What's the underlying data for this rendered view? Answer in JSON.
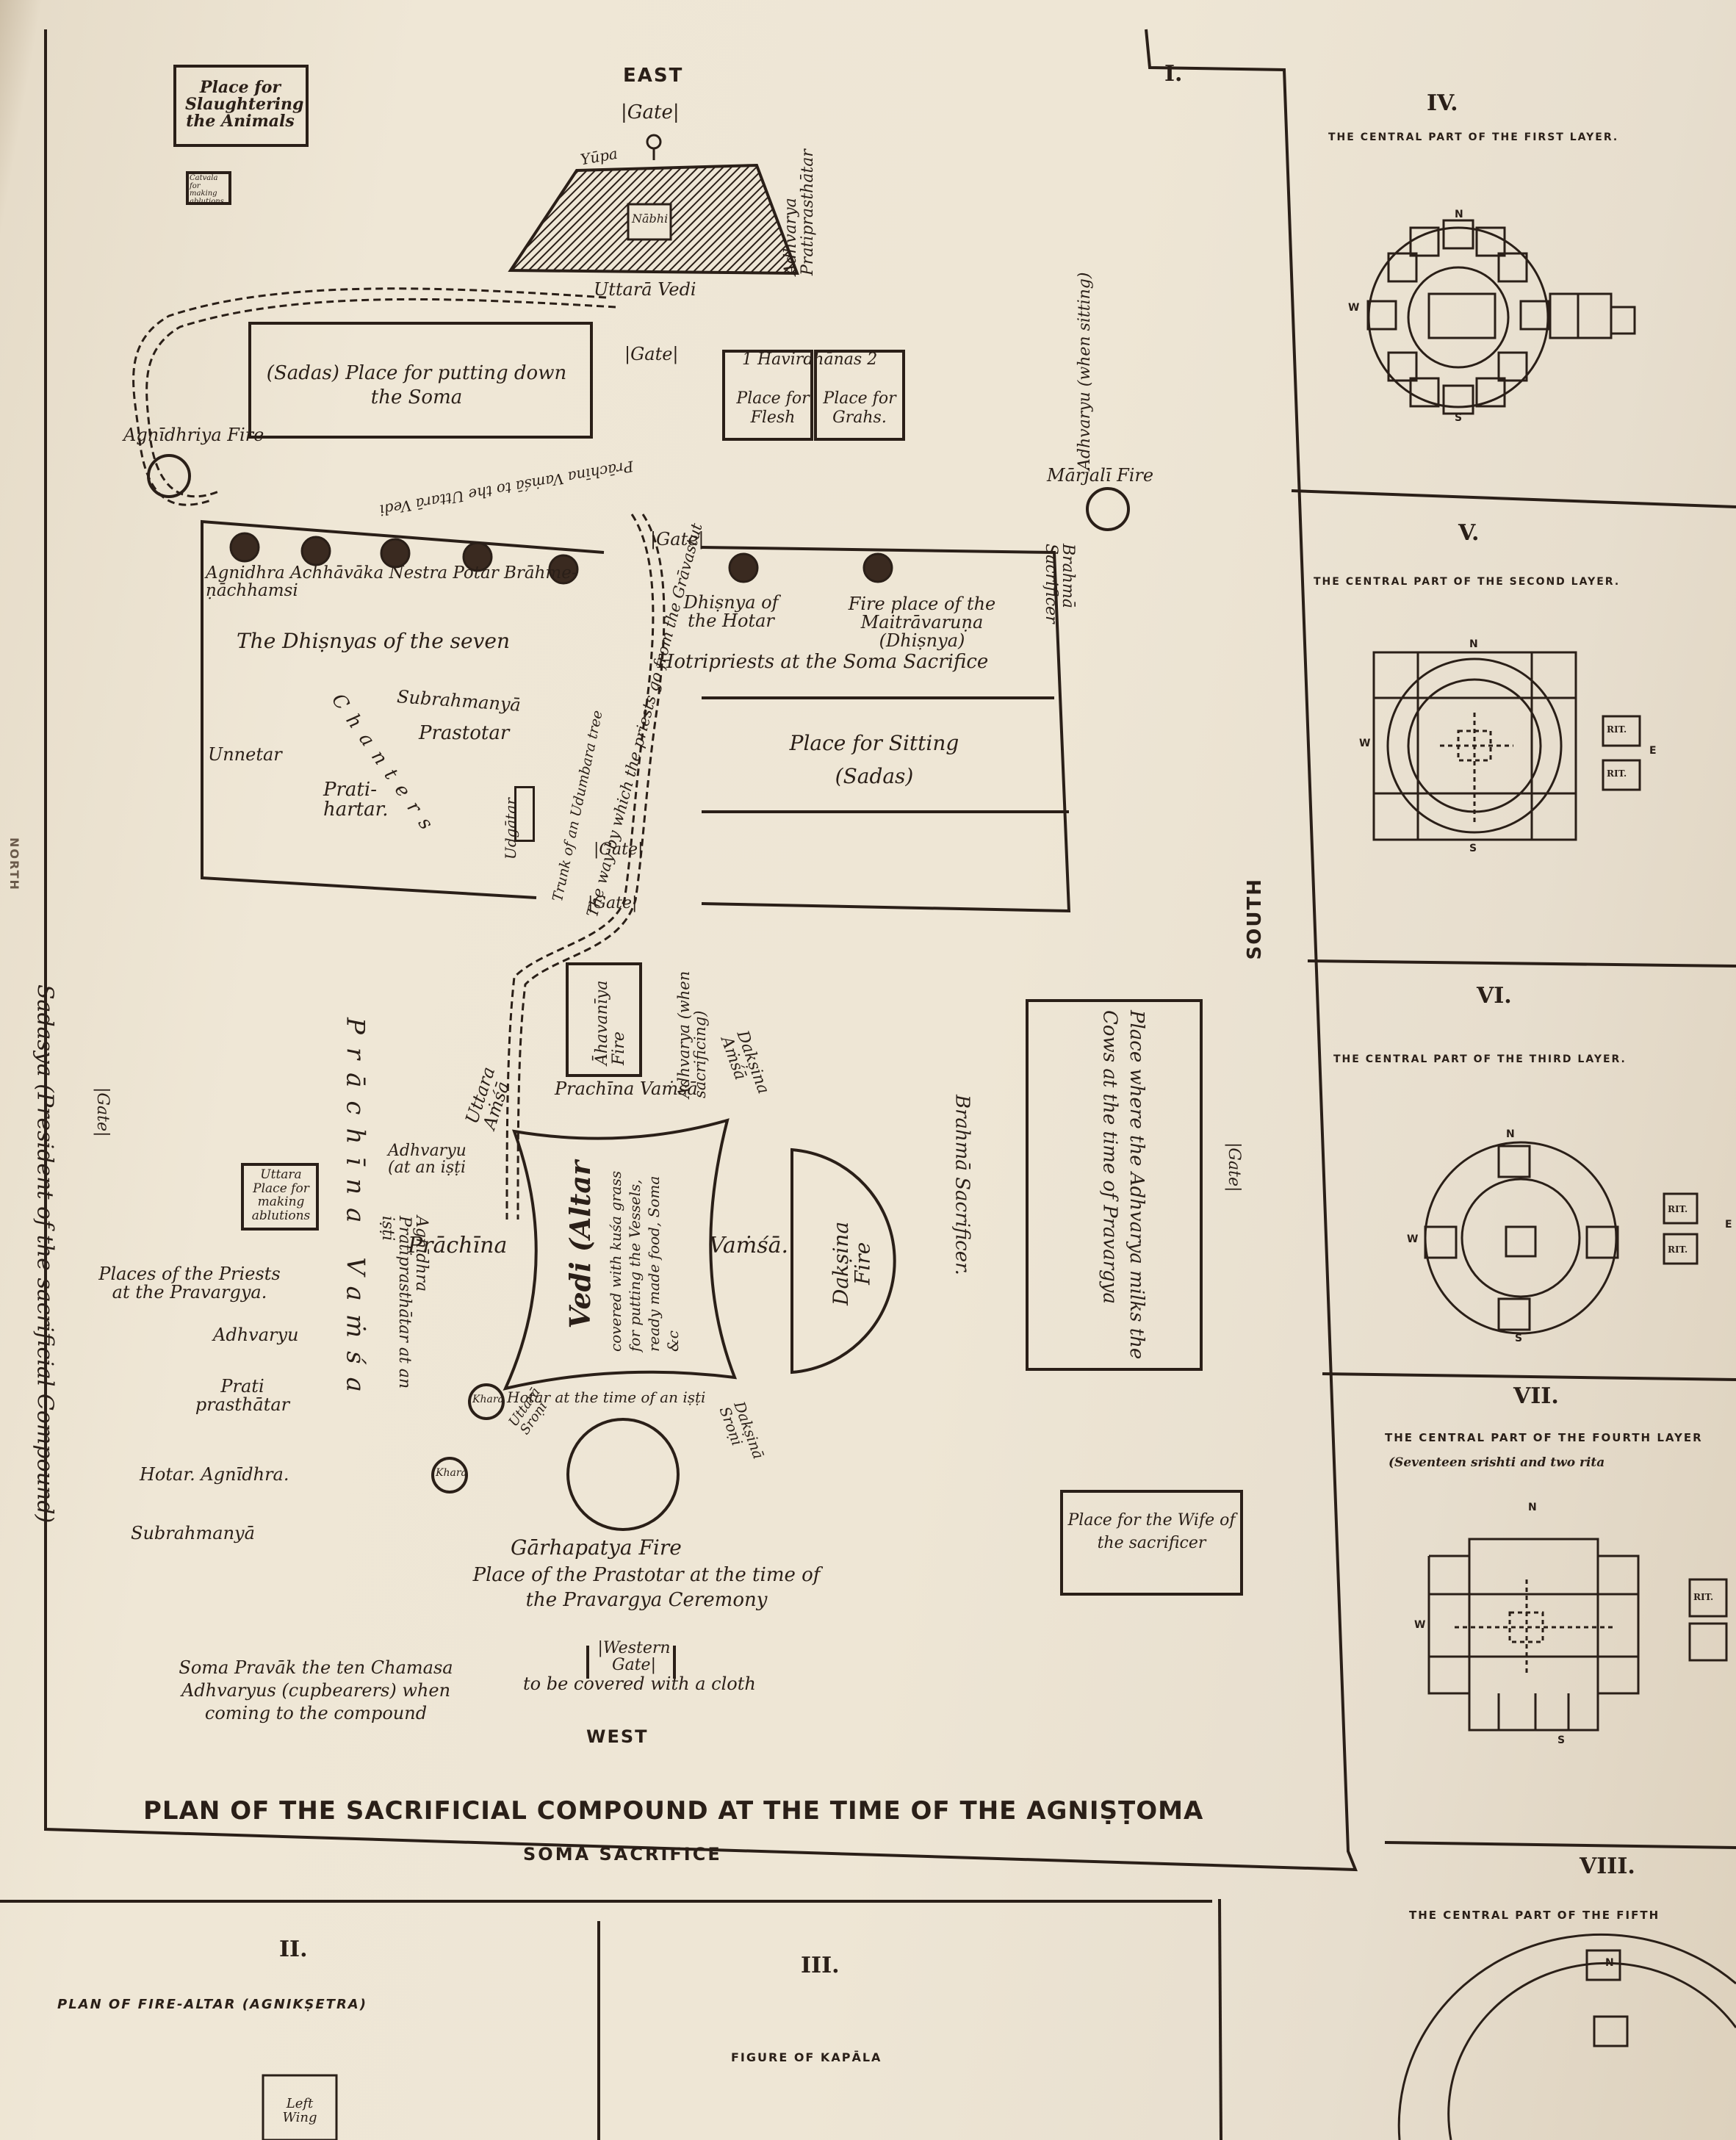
{
  "main_plan": {
    "panel_number": "I.",
    "directions": {
      "east": "EAST",
      "west": "WEST",
      "south": "SOUTH",
      "north": "NORTH"
    },
    "gates": {
      "east_gate": "|Gate|",
      "mid_gate": "|Gate|",
      "upper_gate": "|Gate|",
      "lower_gate1": "|Gate|",
      "lower_gate2": "|Gate|",
      "north_gate": "|Gate|",
      "south_gate": "|Gate|",
      "western_gate": "|Western Gate|"
    },
    "labels": {
      "slaughter": "Place for Slaughtering the Animals",
      "catvala": "Catvala for making ablutions",
      "yupa": "Yūpa",
      "nabhi": "Nābhi",
      "uttara_vedi": "Uttarā Vedi",
      "adhvarya_pratiprasthatar": "Adhvarya Pratiprasthātar",
      "sadas_place": "(Sadas) Place for putting down the Soma",
      "havirdhanas": "1 Havirdhānas 2",
      "place_flesh": "Place for Flesh",
      "place_grahs": "Place for Grahs.",
      "agnidhriya_fire": "Agnīdhriya Fire",
      "adhvaryu_sitting": "Adhvaryu (when sitting)",
      "marjali_fire": "Mārjalī Fire",
      "prachina_vamsa_way": "Prāchīna Vaṁśā to the Uttarā Vedi",
      "dhisnyas_row": "Agnidhra Achhāvāka Nestra Potar Brāhme-ṇāchhamsi",
      "dhisnyas_seven": "The Dhiṣnyas of the seven",
      "dhisnya_hotar": "Dhiṣnya of the Hotar",
      "fireplace_maitra": "Fire place of the Maitrāvaruṇa (Dhiṣnya)",
      "hotripriests": "Hotripriests at the Soma Sacrifice",
      "brahma_sacrificer": "Brahmā Sacrificer",
      "subrahmanya": "Subrahmanyā",
      "prastotar": "Prastotar",
      "chanters": "Chanters",
      "unnetar": "Unnetar",
      "pratihartar": "Prati-hartar.",
      "udgatar": "Udgātar",
      "trunk_udumbara": "Trunk of an Udumbara tree",
      "way_priests": "The way by which the priests go from the Grāvastut",
      "place_sitting": "Place for Sitting (Sadas)",
      "ahavaniya_fire": "Āhavanīya Fire",
      "adhvarya_sacrificing": "Adhvarya (when sacrificing)",
      "uttara_amsa": "Uttara Aṁśā",
      "prachina_vamsa": "Prachīna Vaṁśā",
      "daksina_amsa": "Dakṣina Aṁśā",
      "place_cows": "Place where the Adhvarya milks the Cows at the time of Pravargya",
      "brahma_sacrificer2": "Brahmā Sacrificer.",
      "sadasya": "Sadasya (President of the sacrificial Compound)",
      "adhvaryu_isti": "Adhvaryu (at an iṣṭi",
      "uttara_ablutions": "Uttara Place for making ablutions",
      "prachina_word": "Prāchīna",
      "vamsa_word": "Vaṁśā.",
      "vedi_title": "Vedi (Altar",
      "vedi_desc": "covered with kuśa grass for putting the Vessels, ready made food, Soma &c",
      "daksina_fire": "Dakṣina Fire",
      "places_priests": "Places of the Priests at the Pravargya.",
      "adhvaryu": "Adhvaryu",
      "pratiprasthatar": "Prati prasthātar",
      "hotar_agnidhra": "Hotar. Agnīdhra.",
      "subrahmanya2": "Subrahmanyā",
      "agnidhra_prati": "Agnīdhra Pratiprasthātar at an iṣṭi",
      "prachina_vertical": "Prāchīna Vaṁśa",
      "khara1": "Khara",
      "khara2": "Khara",
      "uttara_sroni": "Uttarā Sroṇi",
      "hotar_time": "Hotar at the time of an iṣṭi",
      "daksina_sroni": "Dakṣinā Sroṇi",
      "garhapatya": "Gārhapatya Fire",
      "place_prastotar": "Place of the Prastotar at the time of the Pravargya Ceremony",
      "wife_place": "Place for the Wife of the sacrificer",
      "soma_pravak": "Soma Pravāk the ten Chamasa Adhvaryus (cupbearers) when coming to the compound",
      "western_cover": "to be covered with a cloth",
      "plan_title": "PLAN OF THE SACRIFICIAL COMPOUND AT THE TIME OF THE AGNIṢṬOMA",
      "plan_subtitle": "SOMA SACRIFICE"
    }
  },
  "side_panels": {
    "p4": {
      "num": "IV.",
      "title": "THE CENTRAL PART OF THE FIRST LAYER."
    },
    "p5": {
      "num": "V.",
      "title": "THE CENTRAL PART OF THE SECOND LAYER."
    },
    "p6": {
      "num": "VI.",
      "title": "THE CENTRAL PART OF THE THIRD LAYER."
    },
    "p7": {
      "num": "VII.",
      "title": "THE CENTRAL PART OF THE FOURTH LAYER",
      "sub": "(Seventeen srishti and two rita"
    },
    "p8": {
      "num": "VIII.",
      "title": "THE CENTRAL PART OF THE FIFTH"
    }
  },
  "bottom_panels": {
    "p2": {
      "num": "II.",
      "title": "PLAN OF FIRE-ALTAR (AGNIKṢETRA)",
      "left_wing": "Left Wing"
    },
    "p3": {
      "num": "III.",
      "title": "FIGURE OF KAPĀLA"
    }
  },
  "compass": {
    "n": "N",
    "s": "S",
    "e": "E",
    "w": "W"
  },
  "rit": "RIT."
}
